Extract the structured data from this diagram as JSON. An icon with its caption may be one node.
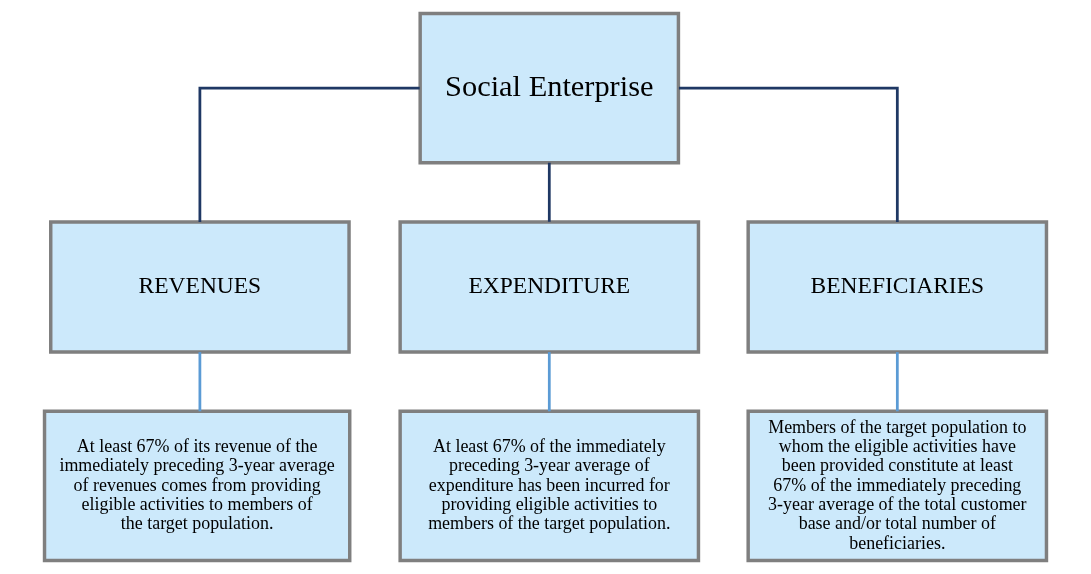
{
  "diagram": {
    "nodes": [
      {
        "text": [
          "Social Enterprise"
        ]
      },
      {
        "text": [
          "REVENUES"
        ]
      },
      {
        "text": [
          "EXPENDITURE"
        ]
      },
      {
        "text": [
          "BENEFICIARIES"
        ]
      },
      {
        "text": [
          "At least 67% of its revenue of the immediately preceding 3-year average of revenues comes from providing eligible activities to members of the target population."
        ]
      },
      {
        "text": [
          "At least 67% of the immediately preceding 3-year average of expenditure has been incurred for providing eligible activities to members of the target population."
        ]
      },
      {
        "text": [
          "Members of the target population to whom the eligible activities have been provided constitute at least 67% of the immediately preceding 3-year average of the total customer base and/or total number of beneficiaries."
        ]
      }
    ],
    "edges": [
      {
        "from": 0,
        "to": 1,
        "arrow": "none"
      },
      {
        "from": 0,
        "to": 2,
        "arrow": "none"
      },
      {
        "from": 0,
        "to": 3,
        "arrow": "none"
      },
      {
        "from": 1,
        "to": 4,
        "arrow": "none",
        "color": "#5b9bd5"
      },
      {
        "from": 2,
        "to": 5,
        "arrow": "none",
        "color": "#5b9bd5"
      },
      {
        "from": 3,
        "to": 6,
        "arrow": "none",
        "color": "#5b9bd5"
      }
    ]
  }
}
